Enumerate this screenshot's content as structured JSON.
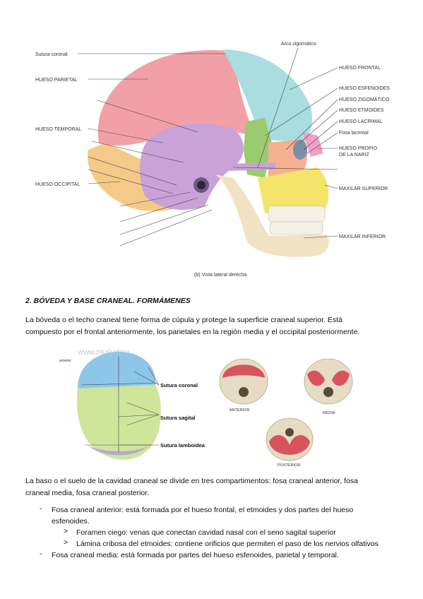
{
  "figure1": {
    "labels_left": {
      "sutura_coronal": "Sutura coronal",
      "hueso_parietal": "HUESO PARIETAL",
      "hueso_temporal": "HUESO TEMPORAL",
      "hueso_occipital": "HUESO OCCIPITAL"
    },
    "label_top": "Arco zigomático",
    "labels_right": {
      "hueso_frontal": "HUESO FRONTAL",
      "hueso_esfenoides": "HUESO ESFENOIDES",
      "hueso_zigomatico": "HUESO ZIGOMÁTICO",
      "hueso_etmoides": "HUESO ETMOIDES",
      "hueso_lacrimal": "HUESO LACRIMAL",
      "fosa_lacrimal": "Fosa lacrimal",
      "hueso_propio_1": "HUESO PROPIO",
      "hueso_propio_2": "DE LA NARIZ",
      "maxilar_superior": "MAXILAR SUPERIOR",
      "maxilar_inferior": "MAXILAR INFERIOR"
    },
    "caption": "(b) Vista lateral derecha"
  },
  "section_heading": "2. BÓVEDA Y BASE CRANEAL. FORMÁMENES",
  "paragraph1_line1": "La bóveda o el techo craneal tiene forma de cúpula y protege la superficie craneal superior.  Está",
  "paragraph1_line2": "compuesto por el frontal anteriormente, los parietales en la región media y el occipital posteriormente.",
  "figure2": {
    "watermark": "www.nsaludino",
    "corner": "anterior",
    "sutura_coronal": "Sutura coronal",
    "sutura_sagital": "Sutura sagital",
    "sutura_lamboidea": "Sutura lamboidea"
  },
  "figure3": {
    "anterior": "ANTERIOR",
    "media": "MEDIA",
    "posterior": "POSTERIOR"
  },
  "paragraph2_line1": "La baso o el suelo de la cavidad craneal se divide en tres compartimentos: fosa craneal anterior, fosa",
  "paragraph2_line2": "craneal media, fosa craneal posterior.",
  "bullets": {
    "dash": "-",
    "arrow": ">",
    "item1_line1": "Fosa craneal anterior: está formada por el hueso frontal, el etmoides y dos partes del hueso",
    "item1_line2": "esfenoides.",
    "sub1": "Foramen ciego: venas que conectan cavidad nasal con el seno sagital superior",
    "sub2": "Lámina cribosa del etmoides: contiene orificios que permiten el paso de los nervios olfativos",
    "item2": "Fosa craneal media: está formada por partes del hueso esfenoides, parietal y temporal."
  },
  "colors": {
    "parietal": "#f2a0a8",
    "frontal": "#a9dde0",
    "temporal": "#c9a2d8",
    "occipital": "#f5c987",
    "esfenoides": "#9acb6e",
    "zigomatico": "#f6b091",
    "maxilar": "#f4e46a",
    "mandibula": "#f1e2c4",
    "vault_front": "#8ec6ea",
    "vault_back": "#cfe59a",
    "base_red": "#d9535f"
  }
}
